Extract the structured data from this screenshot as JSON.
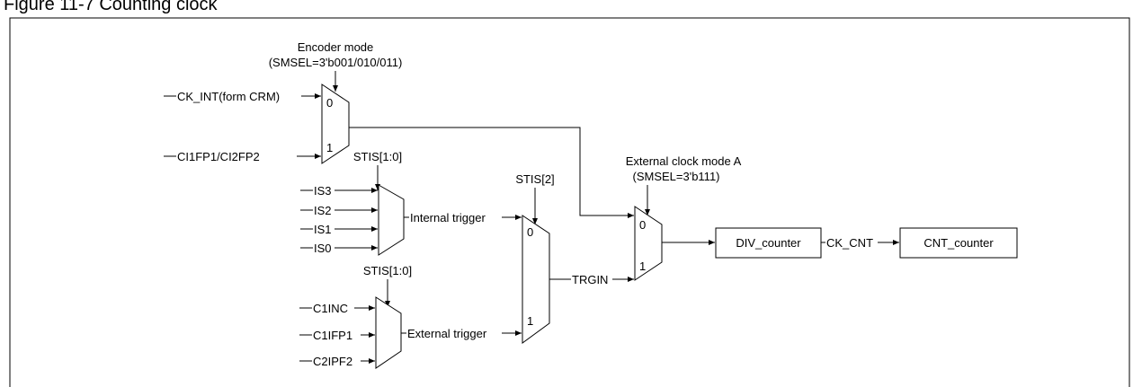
{
  "header": {
    "partial_title": "Figure 11-7 Counting clock"
  },
  "diagram": {
    "encoder_mode": "Encoder mode",
    "encoder_smsel": "(SMSEL=3'b001/010/011)",
    "ext_clk_mode": "External clock mode A",
    "ext_clk_smsel": "(SMSEL=3'b111)",
    "stis_10_top": "STIS[1:0]",
    "stis_10_bottom": "STIS[1:0]",
    "stis_2": "STIS[2]",
    "ck_int": "CK_INT(form CRM)",
    "ci1fp1": "CI1FP1/CI2FP2",
    "is3": "IS3",
    "is2": "IS2",
    "is1": "IS1",
    "is0": "IS0",
    "c1inc": "C1INC",
    "c1ifp1": "C1IFP1",
    "c2ipf2": "C2IPF2",
    "internal_trigger": "Internal trigger",
    "external_trigger": "External trigger",
    "trgin": "TRGIN",
    "div_counter": "DIV_counter",
    "ck_cnt": "CK_CNT",
    "cnt_counter": "CNT_counter",
    "mux_0": "0",
    "mux_1": "1"
  }
}
